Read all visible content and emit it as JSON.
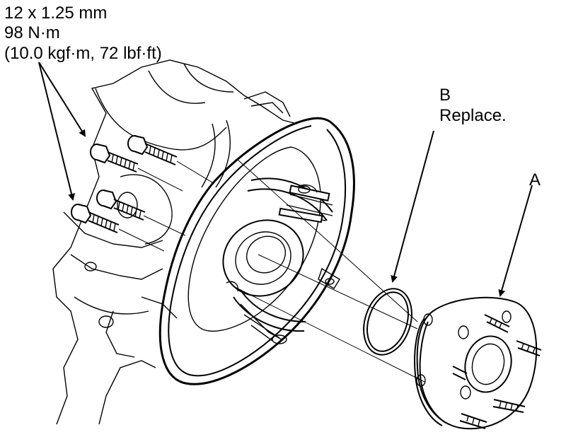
{
  "callouts": {
    "bolt_spec": {
      "thread": "12 x 1.25 mm",
      "torque": "98 N·m",
      "torque_alt": "(10.0 kgf·m, 72 lbf·ft)"
    },
    "part_b": {
      "letter": "B",
      "note": "Replace."
    },
    "part_a": {
      "letter": "A"
    }
  },
  "icons": [
    "arrow-icon"
  ],
  "colors": {
    "ink": "#000000",
    "paper": "#ffffff"
  }
}
